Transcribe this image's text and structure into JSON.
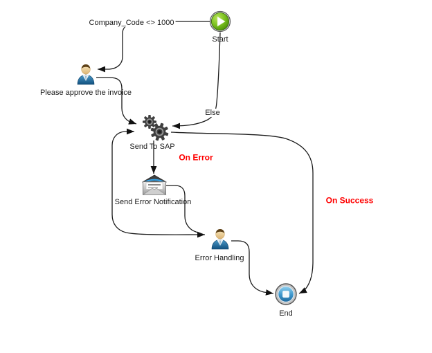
{
  "diagram": {
    "nodes": {
      "start": {
        "label": "Start"
      },
      "approve_invoice": {
        "label": "Please approve the invoice"
      },
      "send_to_sap": {
        "label": "Send To SAP"
      },
      "send_error_notification": {
        "label": "Send Error Notification"
      },
      "error_handling": {
        "label": "Error Handling"
      },
      "end": {
        "label": "End"
      }
    },
    "edge_labels": {
      "company_code": "Company_Code <> 1000",
      "else_branch": "Else",
      "on_error": "On Error",
      "on_success": "On Success"
    },
    "colors": {
      "edge": "#1a1a1a",
      "node_label": "#1a1a1a",
      "condition_label": "#ff0000",
      "start_green": "#6ab41c",
      "end_blue": "#2f7fb5"
    }
  }
}
